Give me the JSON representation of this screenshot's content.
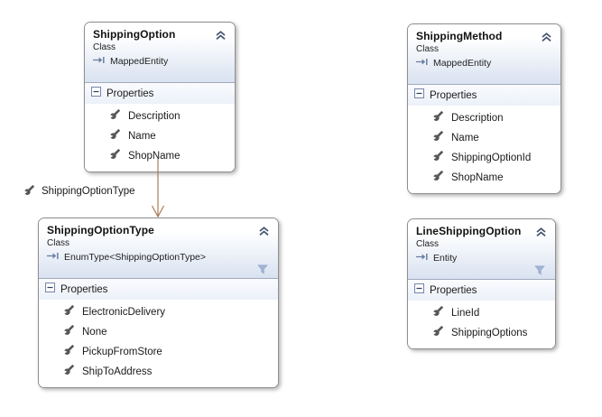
{
  "diagram": {
    "classes": [
      {
        "title": "ShippingOption",
        "stereotype": "Class",
        "base_type": "MappedEntity",
        "has_filter": false,
        "section_label": "Properties",
        "properties": [
          "Description",
          "Name",
          "ShopName"
        ]
      },
      {
        "title": "ShippingMethod",
        "stereotype": "Class",
        "base_type": "MappedEntity",
        "has_filter": false,
        "section_label": "Properties",
        "properties": [
          "Description",
          "Name",
          "ShippingOptionId",
          "ShopName"
        ]
      },
      {
        "title": "ShippingOptionType",
        "stereotype": "Class",
        "base_type": "EnumType<ShippingOptionType>",
        "has_filter": true,
        "section_label": "Properties",
        "properties": [
          "ElectronicDelivery",
          "None",
          "PickupFromStore",
          "ShipToAddress"
        ]
      },
      {
        "title": "LineShippingOption",
        "stereotype": "Class",
        "base_type": "Entity",
        "has_filter": true,
        "section_label": "Properties",
        "properties": [
          "LineId",
          "ShippingOptions"
        ]
      }
    ],
    "association": {
      "label": "ShippingOptionType",
      "from": "ShippingOption",
      "to": "ShippingOptionType",
      "arrow_style": "open-arrowhead"
    },
    "icons": {
      "collapse": "chevron-double-up",
      "member": "wrench",
      "base_type": "arrow-to-bar",
      "section_expander": "minus-box",
      "filter": "funnel"
    },
    "colors": {
      "association_arrow": "#a97a55",
      "box_border": "#8f8f8f",
      "header_gradient_bottom": "#d9e2f1",
      "section_tint": "#ecf1f9",
      "chevron": "#44536f",
      "base_arrow_icon": "#6a7fa0",
      "funnel": "#a3b4d4",
      "wrench": "#575757",
      "text": "#1a1a1a"
    }
  }
}
